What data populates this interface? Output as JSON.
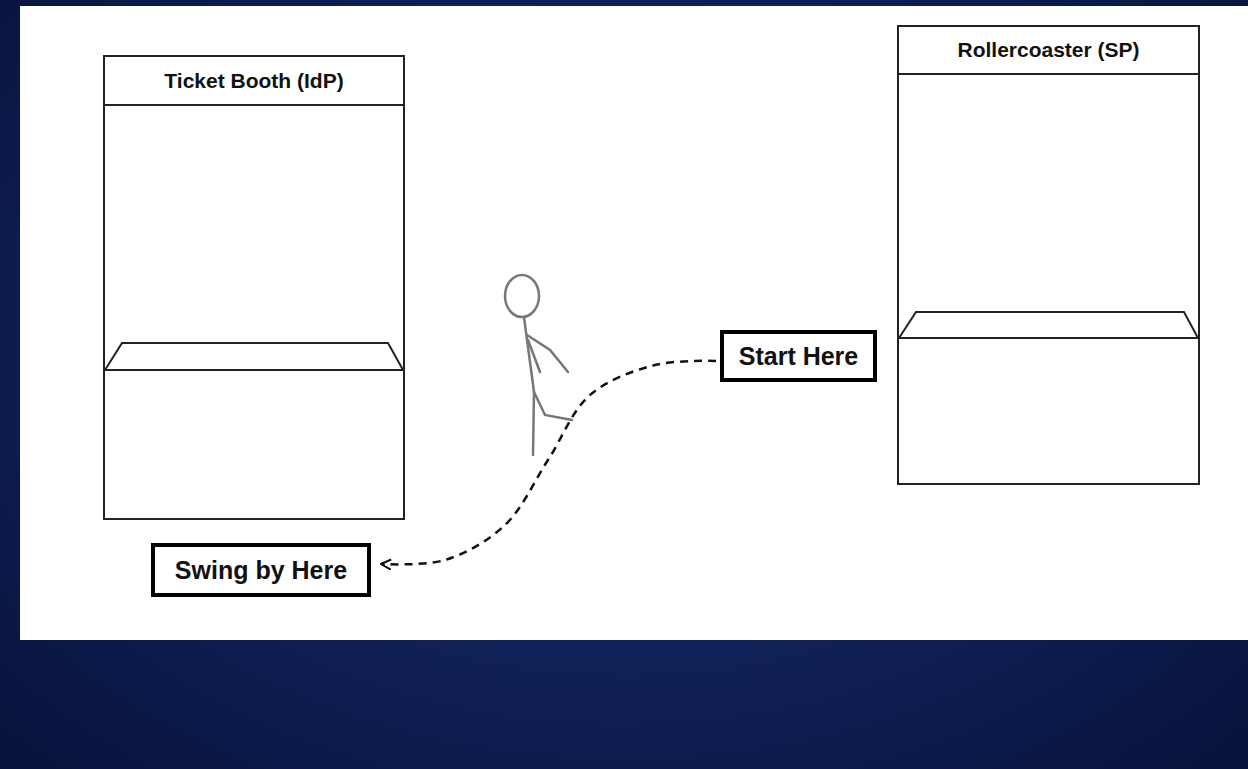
{
  "diagram": {
    "nodes": [
      {
        "text": [
          "Ticket Booth (IdP)"
        ]
      },
      {
        "text": [
          "Rollercoaster (SP)"
        ]
      },
      {
        "text": [
          "Start Here"
        ]
      },
      {
        "text": [
          "Swing by Here"
        ]
      }
    ],
    "edges": [
      {
        "from": 2,
        "to": 3,
        "arrow": "to"
      }
    ]
  }
}
